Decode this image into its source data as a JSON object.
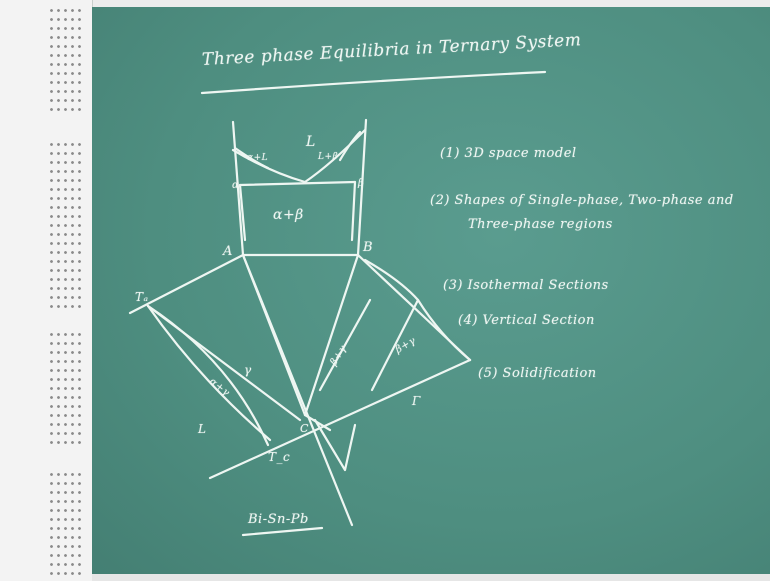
{
  "title": "Three phase Equilibria in Ternary System",
  "topics": [
    "(1) 3D space model",
    "(2) Shapes of Single-phase, Two-phase and",
    "Three-phase regions",
    "(3) Isothermal Sections",
    "(4) Vertical Section",
    "(5) Solidification"
  ],
  "diagram_labels": {
    "liquid_top": "L",
    "alpha_plus_l": "α+L",
    "l_plus_beta": "L+β",
    "alpha_plus_beta": "α+β",
    "alpha_left": "α",
    "beta_right": "β",
    "corner_a": "A",
    "corner_b": "B",
    "corner_c": "C",
    "t_a": "Tₐ",
    "t_c": "T_c",
    "gamma": "γ",
    "alpha_gamma": "α+γ",
    "l_lower": "L",
    "beta_gamma": "β+γ",
    "beta_gamma_right": "β+γ",
    "gamma_mid": "Γ"
  },
  "alloy_label": "Bi-Sn-Pb",
  "colors": {
    "board": "#4f8f82",
    "chalk": "#eef6f2",
    "wall": "#f3f3f3"
  }
}
